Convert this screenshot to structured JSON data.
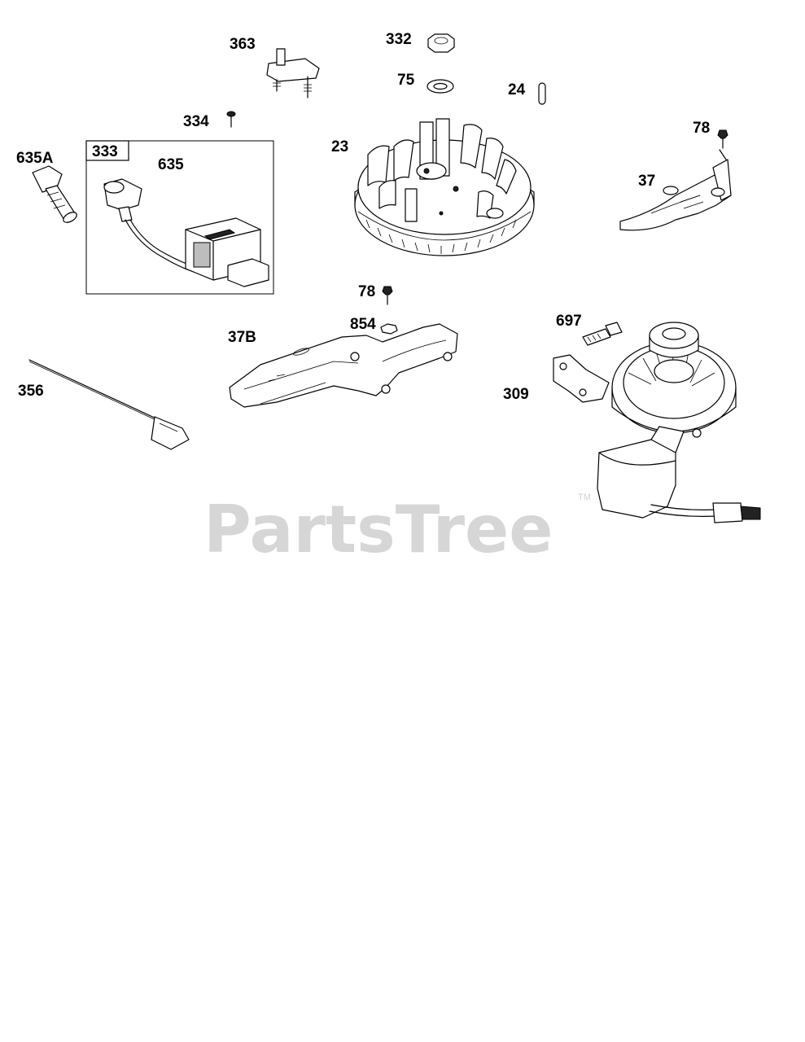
{
  "watermark": {
    "text": "PartsTree",
    "trademark": "TM",
    "color": "#d6d6d6"
  },
  "parts": [
    {
      "id": "363",
      "label": "363"
    },
    {
      "id": "332",
      "label": "332"
    },
    {
      "id": "75",
      "label": "75"
    },
    {
      "id": "24",
      "label": "24"
    },
    {
      "id": "334",
      "label": "334"
    },
    {
      "id": "23",
      "label": "23"
    },
    {
      "id": "78a",
      "label": "78"
    },
    {
      "id": "37",
      "label": "37"
    },
    {
      "id": "635A",
      "label": "635A"
    },
    {
      "id": "333",
      "label": "333"
    },
    {
      "id": "635",
      "label": "635"
    },
    {
      "id": "78b",
      "label": "78"
    },
    {
      "id": "854",
      "label": "854"
    },
    {
      "id": "37B",
      "label": "37B"
    },
    {
      "id": "697",
      "label": "697"
    },
    {
      "id": "356",
      "label": "356"
    },
    {
      "id": "309",
      "label": "309"
    }
  ]
}
